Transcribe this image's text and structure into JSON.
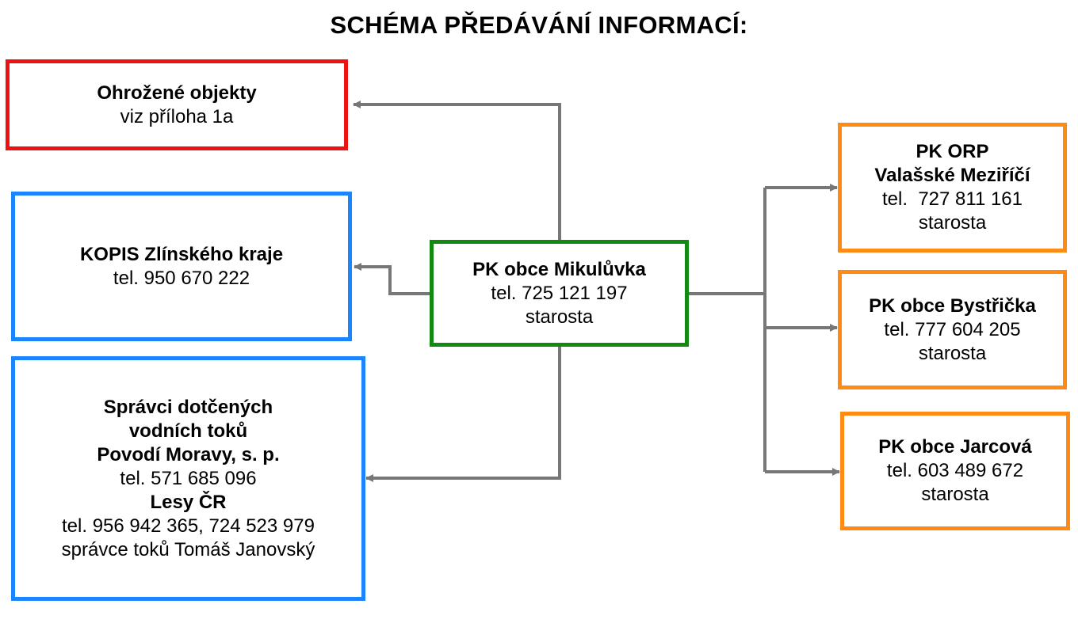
{
  "title": "SCHÉMA PŘEDÁVÁNÍ INFORMACÍ:",
  "colors": {
    "red": "#ee1111",
    "blue": "#1a85ff",
    "green": "#128a12",
    "orange": "#ff8a14",
    "connector": "#777777"
  },
  "nodes": {
    "ohrozene": {
      "title": "Ohrožené objekty",
      "line1": "viz příloha 1a"
    },
    "kopis": {
      "title": "KOPIS Zlínského kraje",
      "line1": "tel. 950 670 222"
    },
    "spravci": {
      "title1": "Správci dotčených",
      "title2": "vodních toků",
      "org1": "Povodí Moravy, s. p.",
      "org1_tel": "tel. 571 685 096",
      "org2": "Lesy ČR",
      "org2_tel": "tel. 956 942 365, 724 523 979",
      "org2_person": "správce toků Tomáš Janovský"
    },
    "center": {
      "title": "PK obce Mikulůvka",
      "line1": "tel. 725 121 197",
      "line2": "starosta"
    },
    "orp": {
      "title1": "PK ORP",
      "title2": "Valašské Meziříčí",
      "line1": "tel.  727 811 161",
      "line2": "starosta"
    },
    "bystricka": {
      "title": "PK obce Bystřička",
      "line1": "tel. 777 604 205",
      "line2": "starosta"
    },
    "jarcova": {
      "title": "PK obce Jarcová",
      "line1": "tel. 603 489 672",
      "line2": "starosta"
    }
  }
}
